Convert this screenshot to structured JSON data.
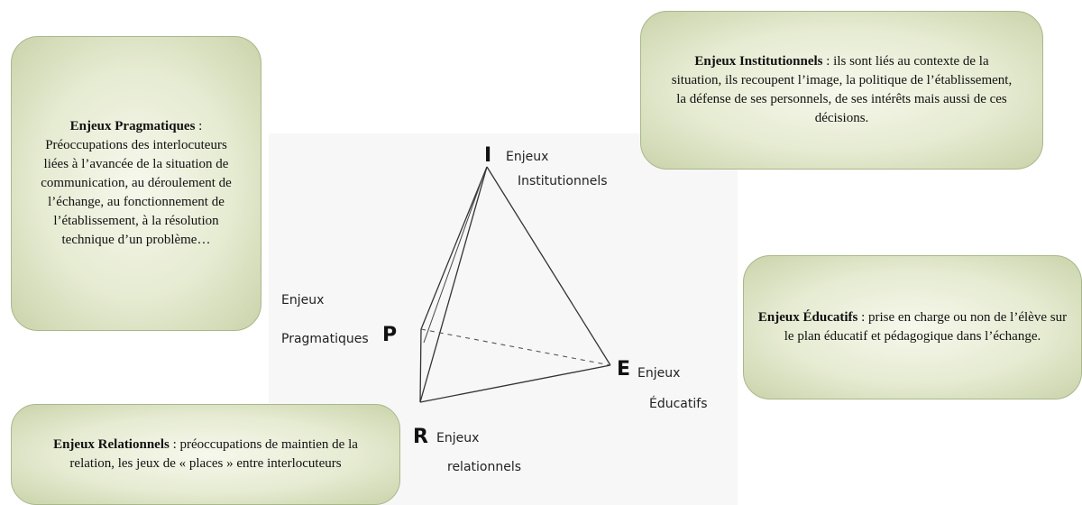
{
  "pragmatiques": {
    "title": "Enjeux Pragmatiques",
    "sep": " :",
    "text": "Préoccupations des interlocuteurs liées à l’avancée de la situation de communication, au déroulement de l’échange, au fonctionnement de l’établissement, à la résolution technique d’un problème…"
  },
  "institutionnels": {
    "title": "Enjeux Institutionnels",
    "text": " : ils sont liés au contexte de la situation, ils recoupent l’image, la politique de l’établissement, la défense de ses personnels, de ses intérêts mais aussi de ces décisions."
  },
  "educatifs": {
    "title": "Enjeux Éducatifs",
    "text": " : prise en charge ou non de l’élève sur le plan éducatif et pédagogique dans l’échange."
  },
  "relationnels": {
    "title": "Enjeux Relationnels",
    "text": " : préoccupations de maintien de la relation, les jeux de « places » entre interlocuteurs"
  },
  "diagram": {
    "vertex_i": "I",
    "label_i_1": "Enjeux",
    "label_i_2": "Institutionnels",
    "vertex_p": "P",
    "label_p_1": "Enjeux",
    "label_p_2": "Pragmatiques",
    "vertex_e": "E",
    "label_e_1": "Enjeux",
    "label_e_2": "Éducatifs",
    "vertex_r": "R",
    "label_r_1": "Enjeux",
    "label_r_2": "relationnels"
  }
}
